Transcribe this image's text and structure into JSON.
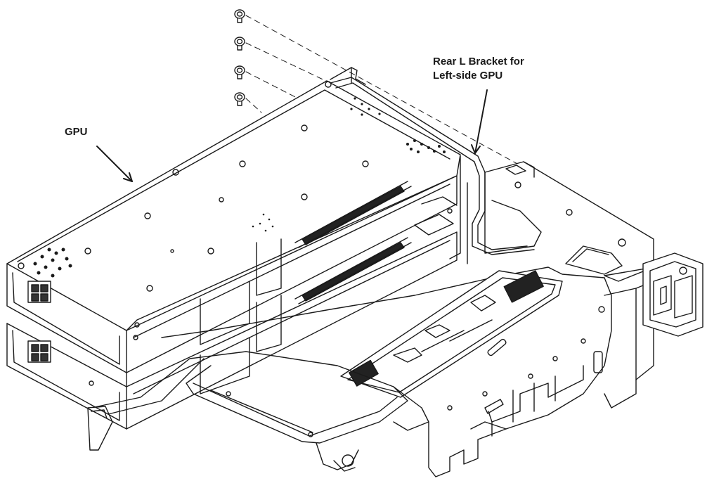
{
  "diagram": {
    "callouts": {
      "gpu": "GPU",
      "rear_bracket_line1": "Rear L Bracket for",
      "rear_bracket_line2": "Left-side GPU"
    },
    "colors": {
      "line": "#1a1a1a",
      "background": "#ffffff",
      "slot": "#222222"
    },
    "screw_count": 4
  }
}
